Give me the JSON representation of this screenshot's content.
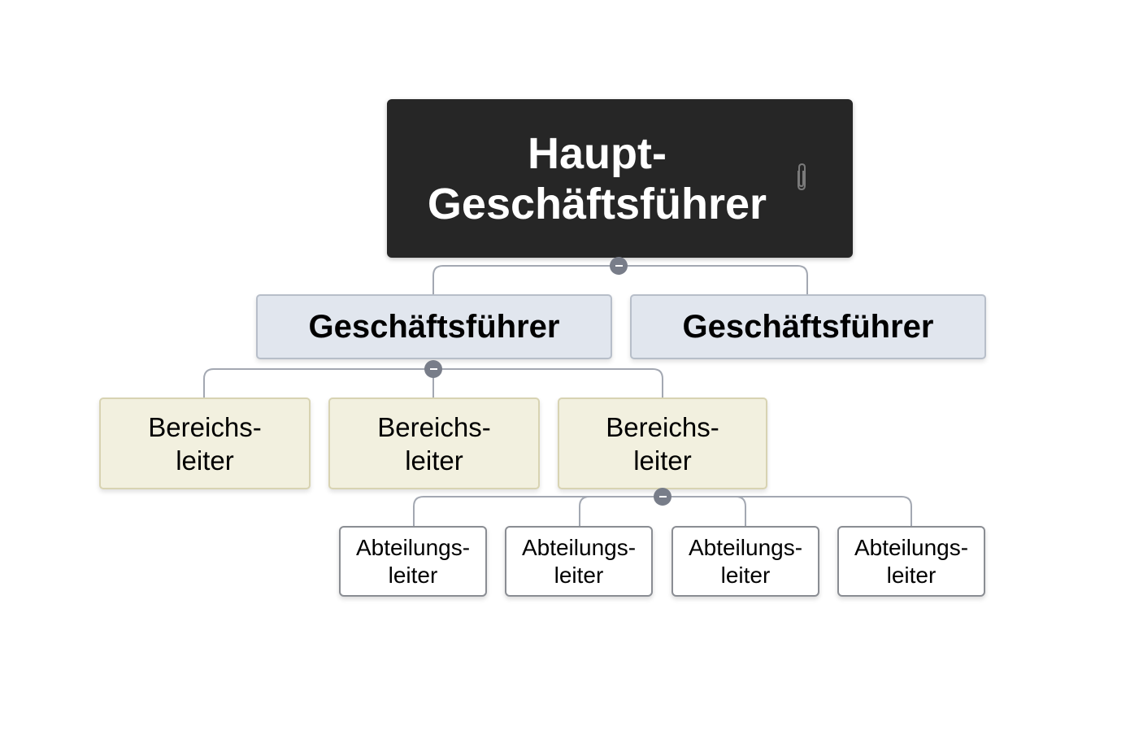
{
  "root": {
    "line1": "Haupt-",
    "line2": "Geschäftsführer",
    "icon": "paperclip-icon"
  },
  "level1": [
    {
      "label": "Geschäftsführer"
    },
    {
      "label": "Geschäftsführer"
    }
  ],
  "level2": [
    {
      "line1": "Bereichs-",
      "line2": "leiter"
    },
    {
      "line1": "Bereichs-",
      "line2": "leiter"
    },
    {
      "line1": "Bereichs-",
      "line2": "leiter"
    }
  ],
  "level3": [
    {
      "line1": "Abteilungs-",
      "line2": "leiter"
    },
    {
      "line1": "Abteilungs-",
      "line2": "leiter"
    },
    {
      "line1": "Abteilungs-",
      "line2": "leiter"
    },
    {
      "line1": "Abteilungs-",
      "line2": "leiter"
    }
  ],
  "colors": {
    "root": "#262626",
    "level1": "#e1e6ee",
    "level2": "#f2f0df",
    "level3": "#ffffff",
    "connector": "#a3a8b2"
  }
}
